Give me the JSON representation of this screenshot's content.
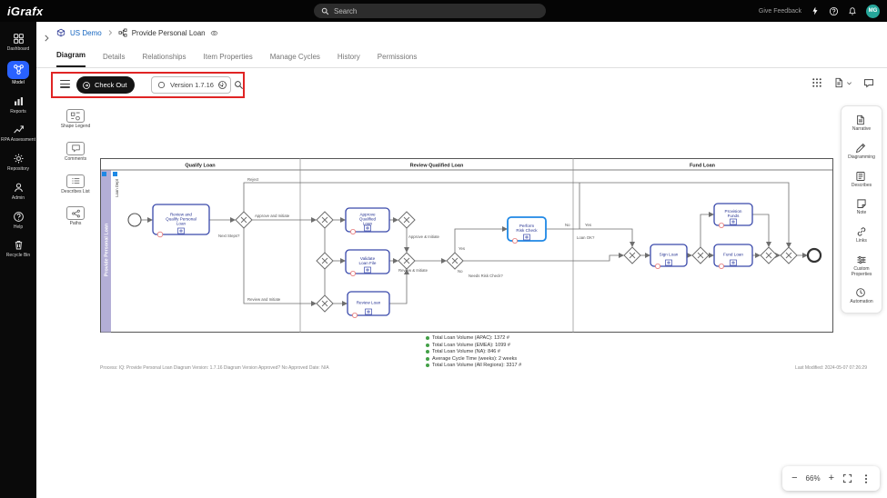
{
  "topbar": {
    "logo": "iGrafx",
    "search_placeholder": "Search",
    "give_feedback": "Give Feedback",
    "avatar_initials": "MG"
  },
  "sidebar": {
    "items": [
      {
        "label": "Dashboard"
      },
      {
        "label": "Model"
      },
      {
        "label": "Reports"
      },
      {
        "label": "RPA Assessment"
      },
      {
        "label": "Repository"
      },
      {
        "label": "Admin"
      },
      {
        "label": "Help"
      },
      {
        "label": "Recycle Bin"
      }
    ]
  },
  "breadcrumb": {
    "root": "US Demo",
    "current": "Provide Personal Loan"
  },
  "tabs": {
    "items": [
      {
        "label": "Diagram"
      },
      {
        "label": "Details"
      },
      {
        "label": "Relationships"
      },
      {
        "label": "Item Properties"
      },
      {
        "label": "Manage Cycles"
      },
      {
        "label": "History"
      },
      {
        "label": "Permissions"
      }
    ]
  },
  "toolbar": {
    "checkout_label": "Check Out",
    "version_label": "Version 1.7.16"
  },
  "left_panel": {
    "items": [
      {
        "label": "Shape Legend"
      },
      {
        "label": "Comments"
      },
      {
        "label": "Describes List"
      },
      {
        "label": "Paths"
      }
    ]
  },
  "right_panel": {
    "items": [
      {
        "label": "Narrative"
      },
      {
        "label": "Diagramming"
      },
      {
        "label": "Describes"
      },
      {
        "label": "Note"
      },
      {
        "label": "Links"
      },
      {
        "label": "Custom Properties"
      },
      {
        "label": "Automation"
      }
    ]
  },
  "diagram": {
    "phases": {
      "p1": "Qualify Loan",
      "p2": "Review Qualified Loan",
      "p3": "Fund Loan"
    },
    "lane": "Provide Personal Loan",
    "sublane": "Loan Dept",
    "tasks": {
      "review_qualify": "Review and Qualify Personal Loan",
      "approve_qualified": "Approve Qualified Loan",
      "validate_file": "Validate Loan File",
      "review_loan": "Review Loan",
      "risk_check": "Perform Risk Check",
      "sign_loan": "Sign Loan",
      "provision_funds": "Provision Funds",
      "fund_loan": "Fund Loan"
    },
    "labels": {
      "reject": "Reject",
      "approve_initiate": "Approve and Initiate",
      "next_steps": "Next Steps?",
      "review_initiate": "Review and Initiate",
      "approve_amp_initiate": "Approve & Initiate",
      "review_amp_initiate": "Review & Initiate",
      "yes1": "Yes",
      "no1": "No",
      "needs_risk": "Needs Risk Check?",
      "no2": "No",
      "yes2": "Yes",
      "loan_ok": "Loan OK?"
    },
    "legend": [
      {
        "label": "Total Loan Volume (APAC): 1372 #"
      },
      {
        "label": "Total Loan Volume (EMEA): 1099 #"
      },
      {
        "label": "Total Loan Volume (NA): 846 #"
      },
      {
        "label": "Average Cycle Time (weeks): 2 weeks"
      },
      {
        "label": "Total Loan Volume (All Regions): 3317 #"
      }
    ],
    "footer_left": "Process: IQ: Provide Personal Loan Diagram Version: 1.7.16 Diagram Version Approved? No Approved Date: N/A",
    "footer_right": "Last Modified: 2024-05-07 07:26:29"
  },
  "zoom_controls": {
    "minus": "−",
    "plus": "+",
    "zoom_level": "66%"
  }
}
